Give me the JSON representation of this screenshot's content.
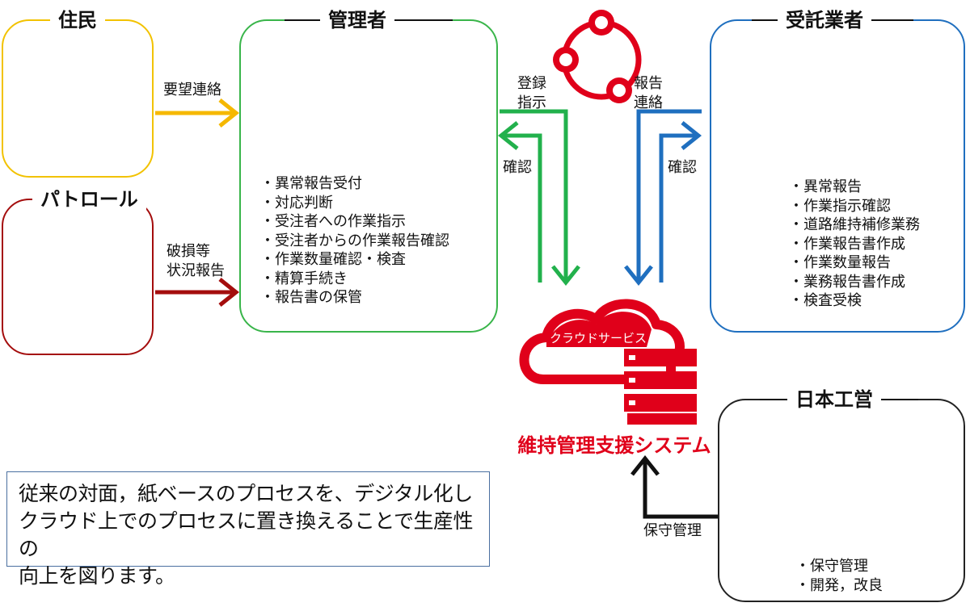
{
  "residents": {
    "title": "住民"
  },
  "patrol": {
    "title": "パトロール"
  },
  "manager": {
    "title": "管理者",
    "items": [
      "異常報告受付",
      "対応判断",
      "受注者への作業指示",
      "受注者からの作業報告確認",
      "作業数量確認・検査",
      "精算手続き",
      "報告書の保管"
    ]
  },
  "contractor": {
    "title": "受託業者",
    "items": [
      "異常報告",
      "作業指示確認",
      "道路維持補修業務",
      "作業報告書作成",
      "作業数量報告",
      "業務報告書作成",
      "検査受検"
    ]
  },
  "nihon_koei": {
    "title": "日本工営",
    "items": [
      "保守管理",
      "開発，改良"
    ]
  },
  "arrows": {
    "request": "要望連絡",
    "damage_line1": "破損等",
    "damage_line2": "状況報告",
    "register_line1": "登録",
    "register_line2": "指示",
    "confirm_left": "確認",
    "report_line1": "報告",
    "report_line2": "連絡",
    "confirm_right": "確認",
    "maintenance": "保守管理"
  },
  "system": {
    "cloud_label": "クラウドサービス",
    "name": "維持管理支援システム"
  },
  "note": {
    "line1": "従来の対面，紙ベースのプロセスを、デジタル化し",
    "line2": "クラウド上でのプロセスに置き換えることで生産性の",
    "line3": "向上を図ります。"
  },
  "colors": {
    "residents_border": "#f2c200",
    "patrol_border": "#a40d0d",
    "manager_border": "#39b54a",
    "contractor_border": "#1f6fbf",
    "nihon_border": "#222222",
    "arrow_yellow": "#f5b800",
    "arrow_red": "#a40d0d",
    "arrow_green": "#22b14c",
    "arrow_blue": "#1f6fbf",
    "system_red": "#e0001a"
  }
}
